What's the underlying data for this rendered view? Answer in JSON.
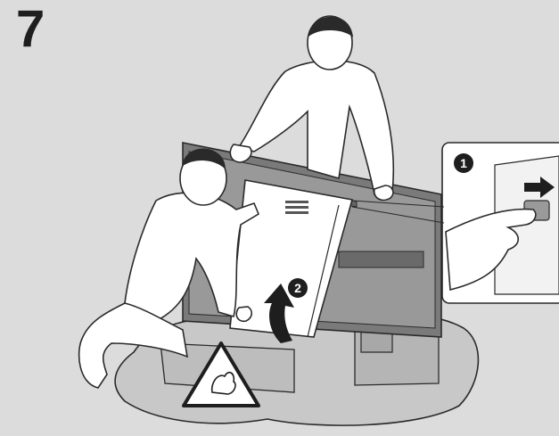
{
  "step": {
    "number": "7"
  },
  "callouts": {
    "one": "1",
    "two": "2"
  },
  "icons": {
    "warning": "pinch-warning-icon",
    "arrow_right": "arrow-right-icon",
    "arrow_up": "curved-arrow-up-icon"
  },
  "colors": {
    "background": "#dcdcdc",
    "tv_frame": "#7a7a7a",
    "tv_back": "#9a9a9a",
    "panel": "#ffffff",
    "line": "#2a2a2a"
  }
}
